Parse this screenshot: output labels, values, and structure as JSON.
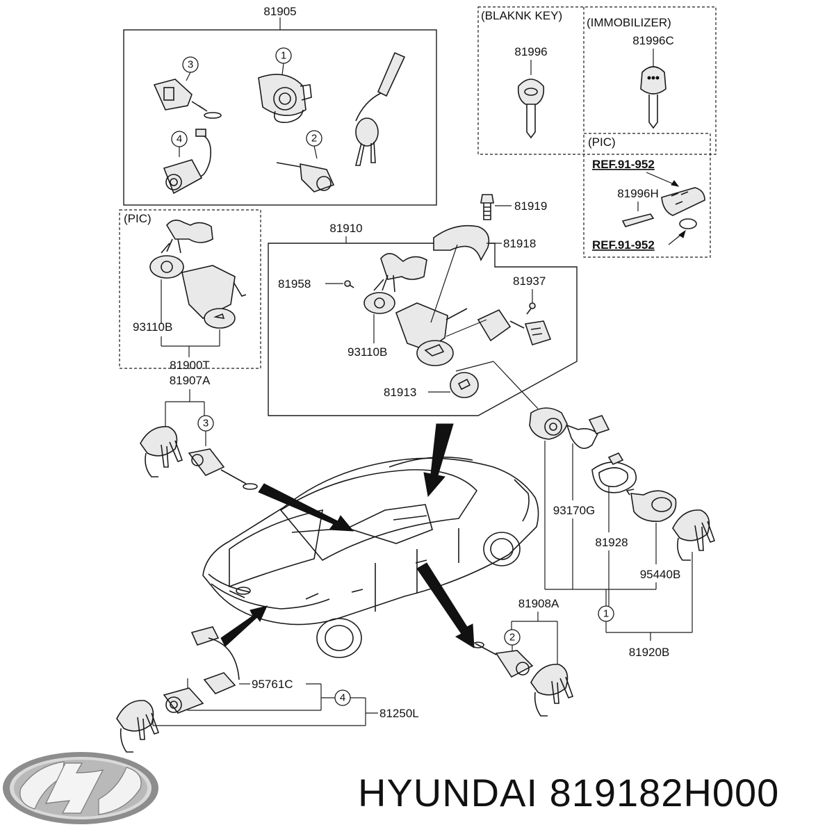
{
  "labels": {
    "group_81905": "81905",
    "blank_key_box": "(BLAKNK KEY)",
    "immobilizer_box": "(IMMOBILIZER)",
    "key_81996": "81996",
    "key_81996c": "81996C",
    "pic_top": "(PIC)",
    "ref_top": "REF.91-952",
    "fob_81996h": "81996H",
    "ref_bottom": "REF.91-952",
    "pic_left": "(PIC)",
    "cyl_93110b_left": "93110B",
    "set_81900t": "81900T",
    "set_81907a": "81907A",
    "group_81910": "81910",
    "bolt_81919": "81919",
    "bracket_81918": "81918",
    "screw_81958": "81958",
    "screw_81937": "81937",
    "cyl_93110b_center": "93110B",
    "cap_81913": "81913",
    "switch_93170g": "93170G",
    "ring_81928": "81928",
    "coil_95440b": "95440B",
    "set_81908a": "81908A",
    "set_81920b": "81920B",
    "lamp_95761c": "95761C",
    "set_81250l": "81250L"
  },
  "callouts": {
    "n1": "1",
    "n2": "2",
    "n3": "3",
    "n4": "4"
  },
  "brand": {
    "logo": "hyundai-logo",
    "footer": "HYUNDAI 819182H000"
  }
}
